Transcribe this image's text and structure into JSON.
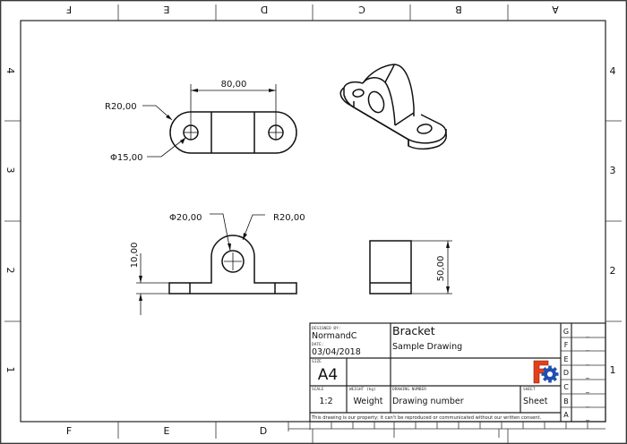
{
  "frame": {
    "columns_top": [
      "F",
      "E",
      "D",
      "C",
      "B",
      "A"
    ],
    "columns_bottom": [
      "F",
      "E",
      "D"
    ],
    "rows_left": [
      "4",
      "3",
      "2",
      "1"
    ],
    "rows_right": [
      "4",
      "3",
      "2",
      "1"
    ]
  },
  "dimensions": {
    "top_view": {
      "width": "80,00",
      "radius": "R20,00",
      "hole": "Φ15,00"
    },
    "front_view": {
      "height": "10,00",
      "hole": "Φ20,00",
      "radius": "R20,00"
    },
    "side_view": {
      "height": "50,00"
    }
  },
  "title_block": {
    "designed_by_label": "DESIGNED BY:",
    "designed_by": "NormandC",
    "date_label": "DATE:",
    "date": "03/04/2018",
    "size_label": "SIZE",
    "size": "A4",
    "title": "Bracket",
    "subtitle": "Sample Drawing",
    "scale_label": "SCALE",
    "scale": "1:2",
    "weight_label": "WEIGHT (kg)",
    "weight": "Weight",
    "drawing_number_label": "DRAWING NUMBER",
    "drawing_number": "Drawing number",
    "sheet_label": "SHEET",
    "sheet": "Sheet",
    "disclaimer": "This drawing is our property; it can't be reproduced or communicated without our written consent.",
    "revisions": [
      {
        "letter": "G",
        "value": "_"
      },
      {
        "letter": "F",
        "value": "_"
      },
      {
        "letter": "E",
        "value": "_"
      },
      {
        "letter": "D",
        "value": "_"
      },
      {
        "letter": "C",
        "value": "_"
      },
      {
        "letter": "B",
        "value": "_"
      },
      {
        "letter": "A",
        "value": "_"
      }
    ],
    "logo": "FreeCAD",
    "colors": {
      "logo_red": "#e2401c",
      "logo_blue": "#1f4fae"
    }
  }
}
